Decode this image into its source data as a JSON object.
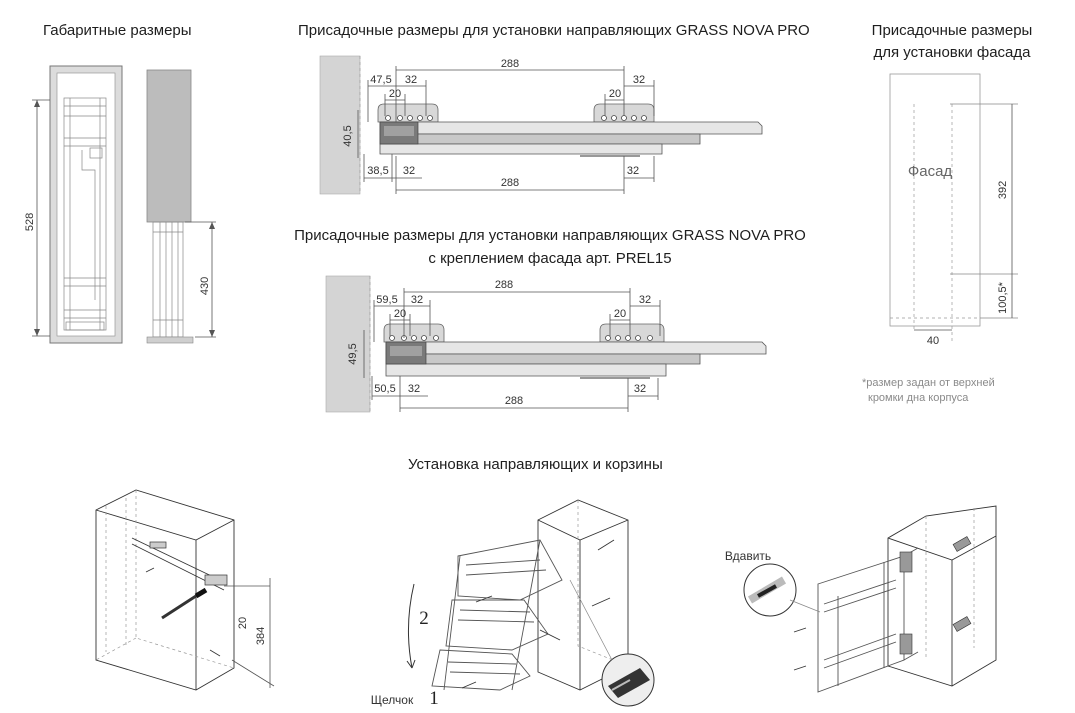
{
  "titles": {
    "overall": "Габаритные размеры",
    "drill_1": "Присадочные размеры для установки направляющих GRASS NOVA PRO",
    "drill_2_line1": "Присадочные размеры для установки направляющих GRASS NOVA PRO",
    "drill_2_line2": "с креплением фасада арт. PREL15",
    "facade_line1": "Присадочные размеры",
    "facade_line2": "для установки фасада",
    "install": "Установка направляющих и корзины"
  },
  "overall": {
    "height": "528",
    "basket_height": "430"
  },
  "drill_1": {
    "top_288": "288",
    "d47_5": "47,5",
    "d32a": "32",
    "d20a": "20",
    "d20b": "20",
    "d32b": "32",
    "side_40_5": "40,5",
    "d38_5": "38,5",
    "d32c": "32",
    "bottom_288": "288",
    "d32d": "32"
  },
  "drill_2": {
    "top_288": "288",
    "d59_5": "59,5",
    "d32a": "32",
    "d20a": "20",
    "d20b": "20",
    "d32b": "32",
    "side_49_5": "49,5",
    "d50_5": "50,5",
    "d32c": "32",
    "bottom_288": "288",
    "d32d": "32"
  },
  "facade": {
    "label": "Фасад",
    "d392": "392",
    "d100_5": "100,5*",
    "d40": "40",
    "note_line1": "*размер задан от верхней",
    "note_line2": "кромки дна корпуса"
  },
  "install": {
    "d20": "20",
    "d384": "384",
    "step_2": "2",
    "step_1": "1",
    "click": "Щелчок",
    "press": "Вдавить"
  }
}
